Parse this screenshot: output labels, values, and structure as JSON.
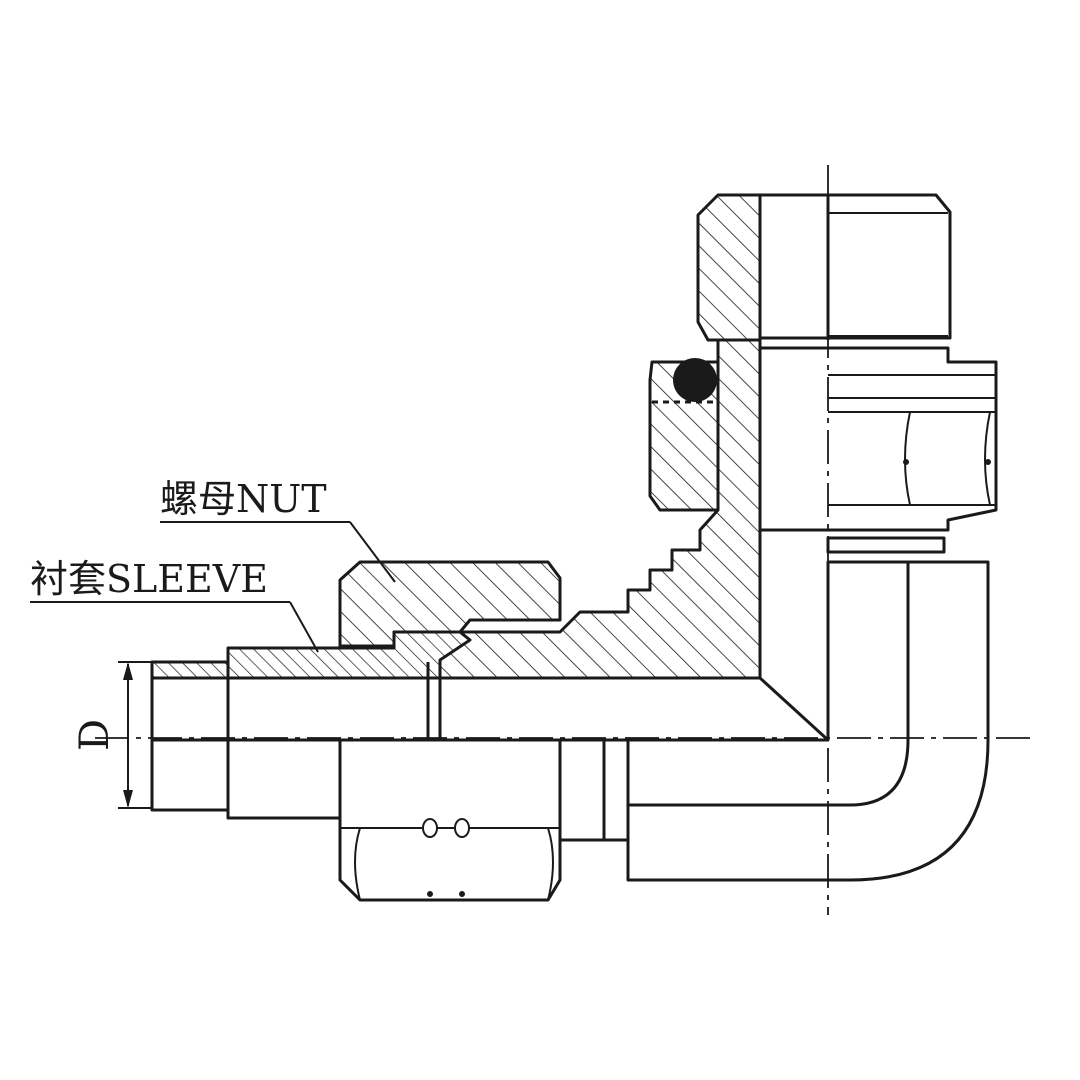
{
  "labels": {
    "nut": "螺母NUT",
    "sleeve": "衬套SLEEVE",
    "dimension_d": "D"
  },
  "colors": {
    "line": "#1a1a1a",
    "background": "#ffffff"
  }
}
